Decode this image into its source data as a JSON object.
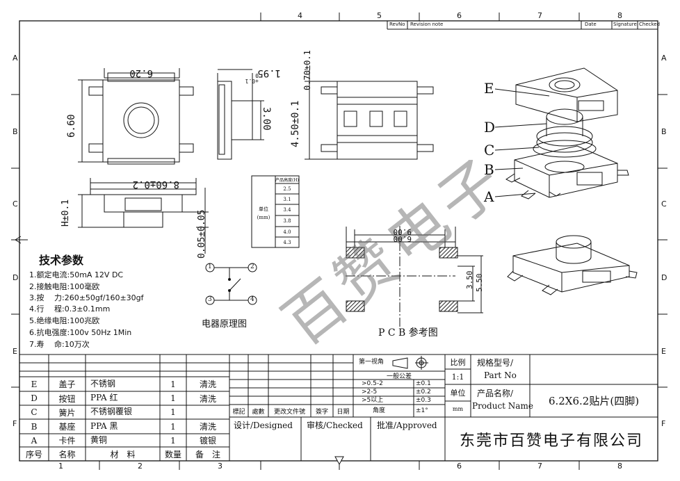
{
  "border": {
    "top_cols": [
      "4",
      "5",
      "6",
      "7",
      "8"
    ],
    "bottom_cols": [
      "1",
      "2",
      "3",
      "6",
      "7",
      "8"
    ],
    "rows": [
      "A",
      "B",
      "C",
      "D",
      "E",
      "F"
    ]
  },
  "revision_header": {
    "rev_no": "RevNo",
    "revision_note": "Revision note",
    "date": "Date",
    "signature": "Signature",
    "checked": "Checked"
  },
  "dims": {
    "width_top": "6.20",
    "height_side": "6.60",
    "tol_195": "1.95",
    "tol_195_sub": "+0.1\n0",
    "thk_300": "3.00",
    "thk_070": "0.70±0.1",
    "thk_450": "4.50±0.1",
    "len_860": "8.60±0.2",
    "h_tol": "H±0.1",
    "off_005": "0.05±0.05",
    "pcb_900": "9.00",
    "pcb_600": "6.00",
    "pcb_350": "3.50",
    "pcb_550": "5.50"
  },
  "height_table": {
    "title": "产品高度(H)",
    "unit_label": "单位",
    "unit": "(mm)",
    "values": [
      "2.5",
      "3.1",
      "3.4",
      "3.8",
      "4.0",
      "4.3"
    ]
  },
  "callouts": [
    "E",
    "D",
    "C",
    "B",
    "A"
  ],
  "tech": {
    "title": "技术参数",
    "lines": [
      "1.额定电流:50mA 12V DC",
      "2.接触电阻:100毫欧",
      "3.按　 力:260±50gf/160±30gf",
      "4.行　 程:0.3±0.1mm",
      "5.绝缘电阻:100兆欧",
      "6.抗电强度:100v 50Hz 1Min",
      "7.寿　 命:10万次"
    ]
  },
  "schematic": {
    "title": "电器原理图",
    "pins": [
      "1",
      "2",
      "3",
      "4"
    ]
  },
  "pcb_title": "P C B 参考图",
  "watermark": "百赞电子",
  "bom": {
    "rows": [
      {
        "no": "E",
        "name": "盖子",
        "material": "不锈钢",
        "qty": "1",
        "note": "清洗"
      },
      {
        "no": "D",
        "name": "按钮",
        "material": "PPA 红",
        "qty": "1",
        "note": "清洗"
      },
      {
        "no": "C",
        "name": "簧片",
        "material": "不锈钢覆银",
        "qty": "1",
        "note": ""
      },
      {
        "no": "B",
        "name": "基座",
        "material": "PPA 黑",
        "qty": "1",
        "note": "清洗"
      },
      {
        "no": "A",
        "name": "卡件",
        "material": "黄铜",
        "qty": "1",
        "note": "镀银"
      }
    ],
    "header": {
      "no": "序号",
      "name": "名称",
      "material": "材　料",
      "qty": "数量",
      "note": "备　注"
    }
  },
  "sign": {
    "mark": "標記",
    "count": "處數",
    "change": "更改文件號",
    "signature": "簽字",
    "date": "日期",
    "designed": "设计/Designed",
    "checked": "审核/Checked",
    "approved": "批准/Approved"
  },
  "projection": {
    "label": "第一视角",
    "tolerance_title": "一般公差",
    "rows": [
      {
        "range": ">0.5-2",
        "tol": "±0.1"
      },
      {
        "range": ">2-5",
        "tol": "±0.2"
      },
      {
        "range": ">5以上",
        "tol": "±0.3"
      },
      {
        "range": "角度",
        "tol": "±1°"
      }
    ]
  },
  "title_block": {
    "scale_label": "比例",
    "scale": "1:1",
    "unit_label": "单位",
    "unit_symbol": "mm",
    "part_label_cn": "规格型号/",
    "part_label_en": "Part No",
    "name_label_cn": "产品名称/",
    "name_label_en": "Product Name",
    "product": "6.2X6.2贴片(四脚)",
    "company": "东莞市百赞电子有限公司"
  }
}
